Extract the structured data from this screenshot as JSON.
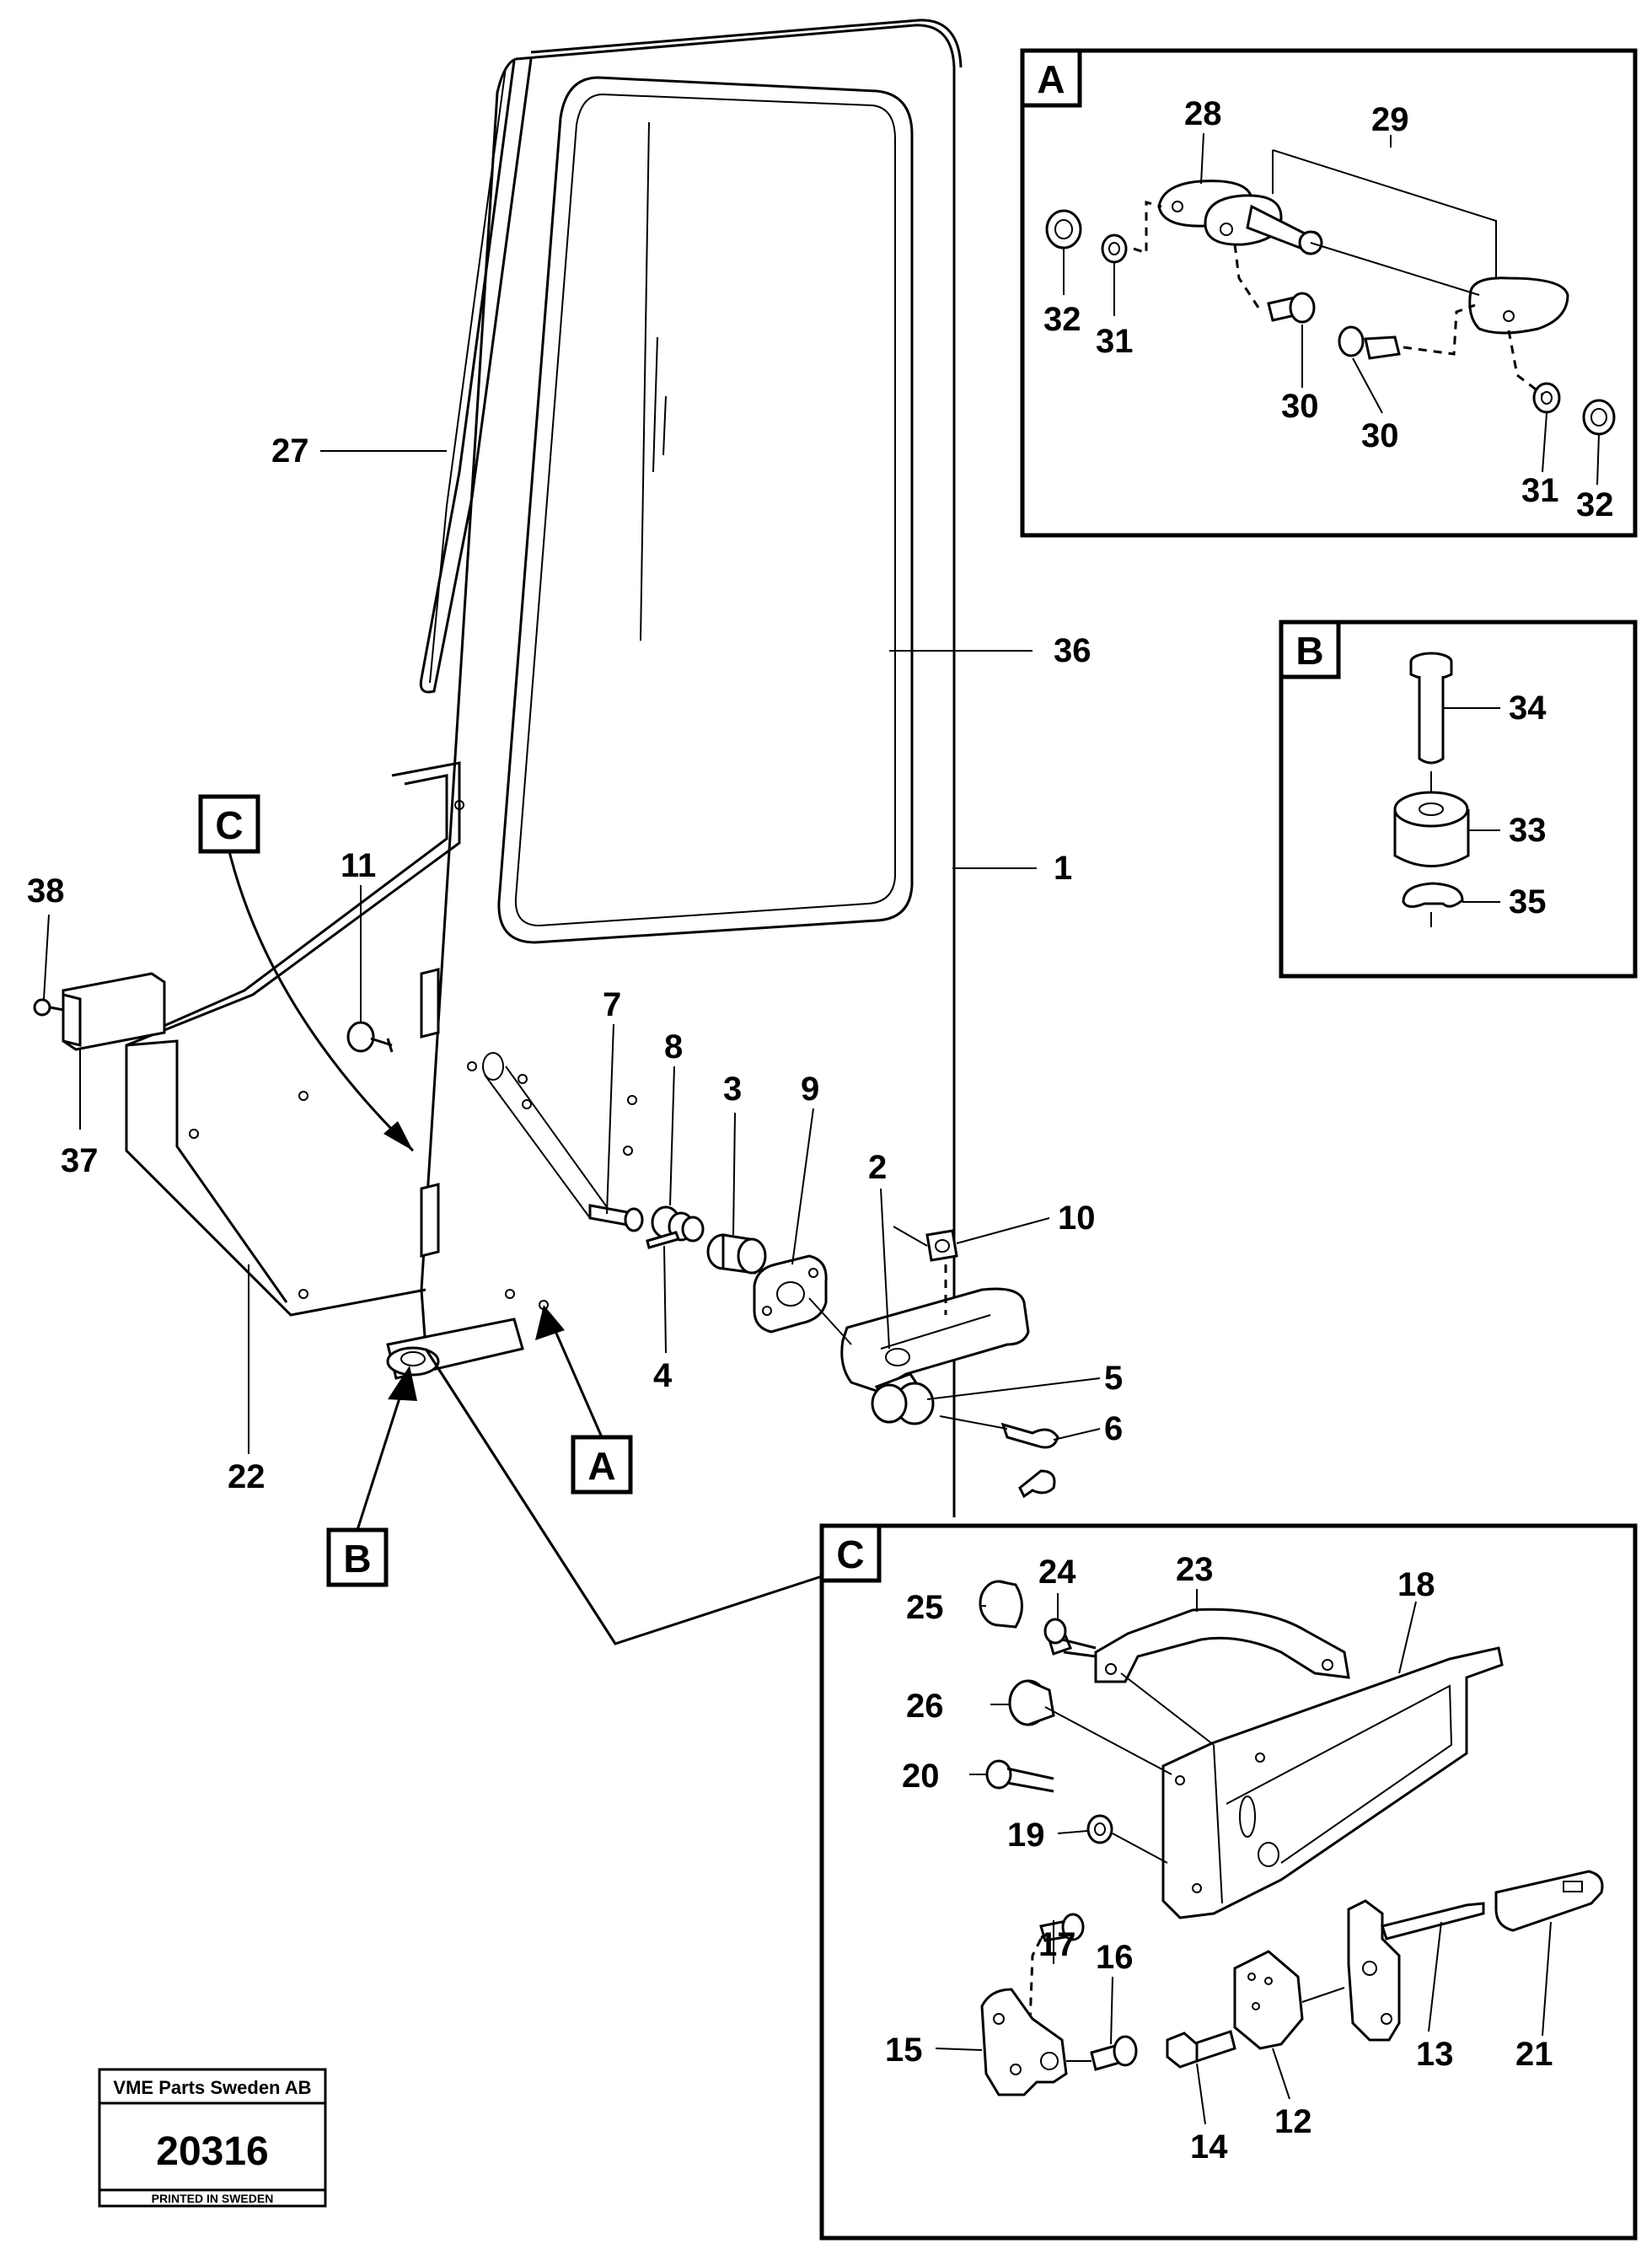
{
  "callouts": {
    "p1": "1",
    "p2": "2",
    "p3": "3",
    "p4": "4",
    "p5": "5",
    "p6": "6",
    "p7": "7",
    "p8": "8",
    "p9": "9",
    "p10": "10",
    "p11": "11",
    "p12": "12",
    "p13": "13",
    "p14": "14",
    "p15": "15",
    "p16": "16",
    "p17": "17",
    "p18": "18",
    "p19": "19",
    "p20": "20",
    "p21": "21",
    "p22": "22",
    "p23": "23",
    "p24": "24",
    "p25": "25",
    "p26": "26",
    "p27": "27",
    "p28": "28",
    "p29": "29",
    "p30a": "30",
    "p30b": "30",
    "p31a": "31",
    "p31b": "31",
    "p32a": "32",
    "p32b": "32",
    "p33": "33",
    "p34": "34",
    "p35": "35",
    "p36": "36",
    "p37": "37",
    "p38": "38"
  },
  "views": {
    "a_inset": "A",
    "b_inset": "B",
    "c_inset": "C",
    "a_marker": "A",
    "b_marker": "B",
    "c_marker": "C"
  },
  "stamp": {
    "company": "VME Parts Sweden AB",
    "number": "20316",
    "footer": "PRINTED IN SWEDEN"
  }
}
